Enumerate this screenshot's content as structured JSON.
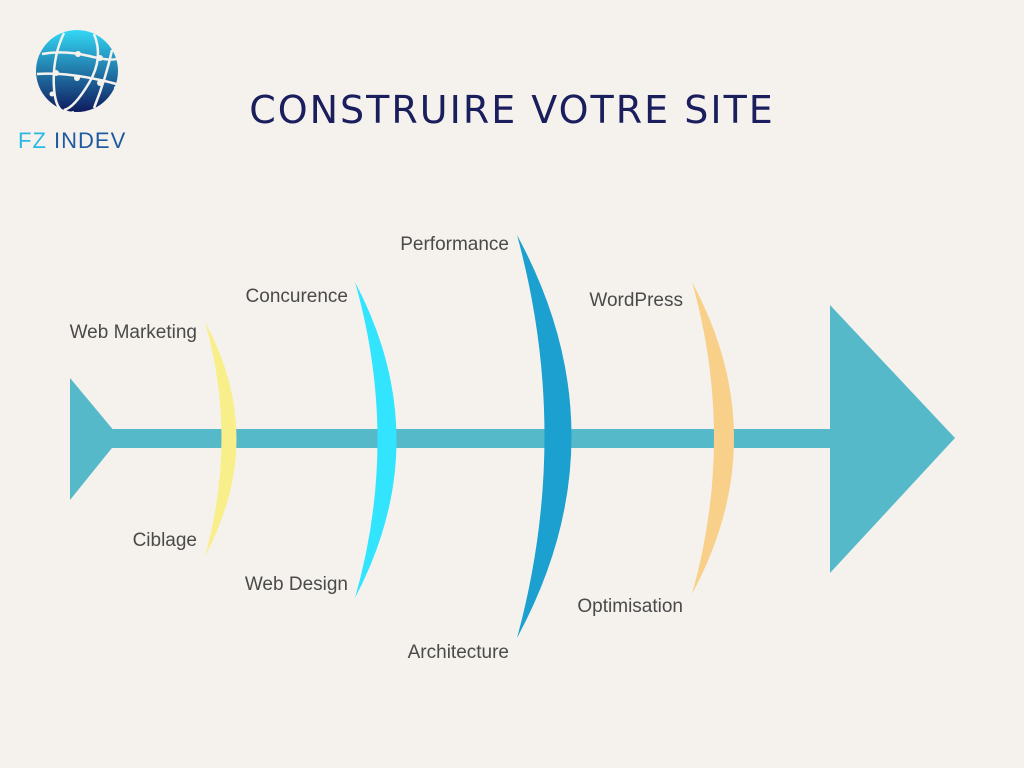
{
  "title": "CONSTRUIRE VOTRE SITE",
  "logo": {
    "part1": "FZ",
    "part2": "INDEV"
  },
  "colors": {
    "background": "#F5F2EE",
    "spine": "#56B9C9",
    "title": "#1A1E5C",
    "logo_light": "#2BB8E6",
    "logo_dark": "#1F5A9E"
  },
  "bones": [
    {
      "top": "Web Marketing",
      "bottom": "Ciblage",
      "color": "#F8EE8A"
    },
    {
      "top": "Concurence",
      "bottom": "Web Design",
      "color": "#33E4FF"
    },
    {
      "top": "Performance",
      "bottom": "Architecture",
      "color": "#1BA0D0"
    },
    {
      "top": "WordPress",
      "bottom": "Optimisation",
      "color": "#F9D089"
    }
  ]
}
